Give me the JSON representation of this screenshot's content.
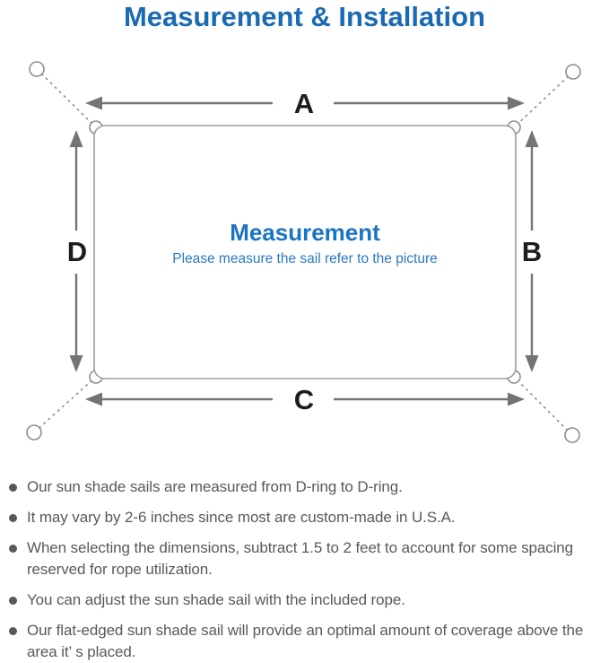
{
  "title": "Measurement & Installation",
  "diagram": {
    "labels": {
      "top": "A",
      "right": "B",
      "bottom": "C",
      "left": "D"
    },
    "center_heading": "Measurement",
    "center_subtitle": "Please measure the sail refer to the picture"
  },
  "notes": [
    "Our sun shade sails are measured from D-ring to D-ring.",
    "It may vary by 2-6 inches since most are custom-made in U.S.A.",
    "When selecting the dimensions, subtract 1.5 to 2 feet to account for some spacing reserved for rope utilization.",
    "You can adjust the sun shade sail with the included rope.",
    "Our flat-edged sun shade sail will provide an optimal amount of coverage above the area it’ s placed."
  ],
  "colors": {
    "accent_blue": "#1a6bb3",
    "heading_blue": "#1a74c4",
    "subtitle_blue": "#2a79be",
    "text_gray": "#58595a",
    "line_gray": "#8e8e8e",
    "arrow_gray": "#747474"
  }
}
